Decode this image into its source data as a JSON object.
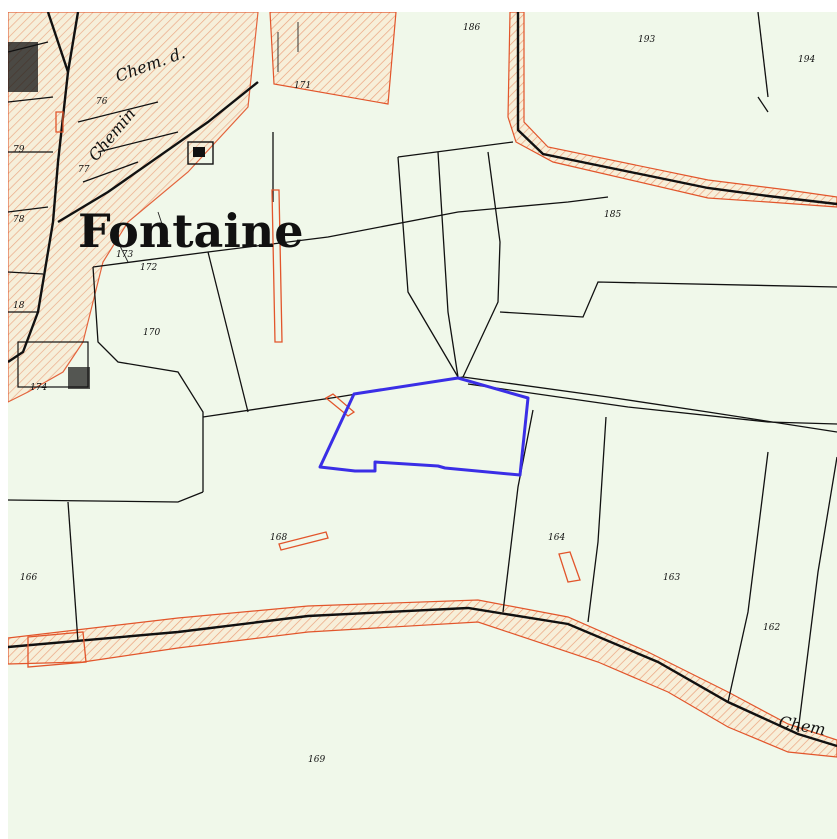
{
  "map": {
    "place_name": "Fontaine",
    "street_labels": [
      {
        "id": "chemin-top-left",
        "text": "Chemin"
      },
      {
        "id": "chemin-mid-left",
        "text": "Chem. d."
      },
      {
        "id": "chemin-bottom-right",
        "text": "Chem"
      }
    ],
    "parcel_labels": [
      {
        "id": "p193",
        "text": "193"
      },
      {
        "id": "p194",
        "text": "194"
      },
      {
        "id": "p185",
        "text": "185"
      },
      {
        "id": "p186",
        "text": "186"
      },
      {
        "id": "p171",
        "text": "171"
      },
      {
        "id": "p172",
        "text": "172"
      },
      {
        "id": "p173",
        "text": "173"
      },
      {
        "id": "p170",
        "text": "170"
      },
      {
        "id": "p168",
        "text": "168"
      },
      {
        "id": "p166",
        "text": "166"
      },
      {
        "id": "p164",
        "text": "164"
      },
      {
        "id": "p163",
        "text": "163"
      },
      {
        "id": "p162",
        "text": "162"
      },
      {
        "id": "p169",
        "text": "169"
      },
      {
        "id": "p174",
        "text": "174"
      },
      {
        "id": "p76",
        "text": "76"
      },
      {
        "id": "p77",
        "text": "77"
      },
      {
        "id": "p78",
        "text": "78"
      },
      {
        "id": "p79",
        "text": "79"
      },
      {
        "id": "p18",
        "text": "18"
      }
    ],
    "colors": {
      "background": "#f0f8ea",
      "hatch": "#e2552b",
      "selection": "#3a2ee6",
      "lines": "#111111"
    }
  }
}
